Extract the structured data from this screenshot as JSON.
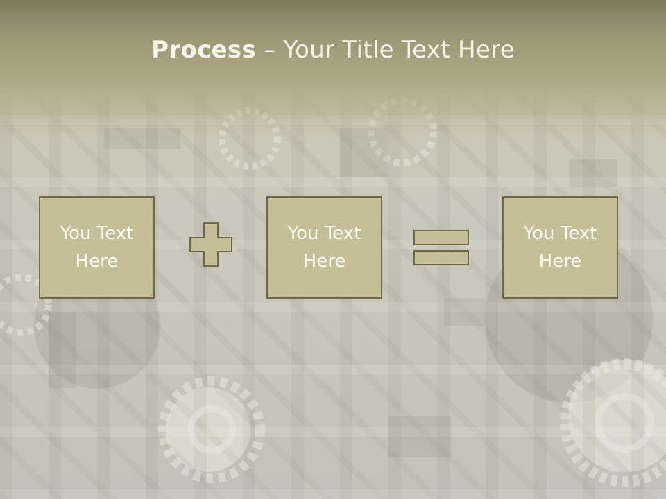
{
  "slide": {
    "title_strong": "Process",
    "title_rest": " – Your Title Text Here"
  },
  "process": {
    "boxes": [
      {
        "line1": "You Text",
        "line2": "Here"
      },
      {
        "line1": "You Text",
        "line2": "Here"
      },
      {
        "line1": "You Text",
        "line2": "Here"
      }
    ],
    "operators": [
      "plus-icon",
      "equals-icon"
    ]
  },
  "colors": {
    "header": "#8f8a66",
    "box_fill": "#c4bf97",
    "box_border": "#6e6a4c",
    "text": "#fbfaf2"
  }
}
